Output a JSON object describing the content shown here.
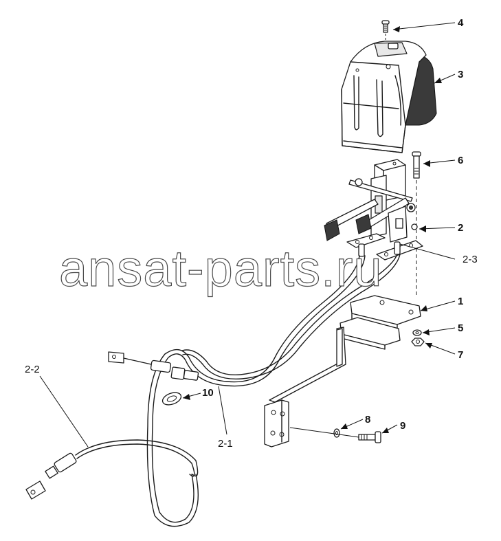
{
  "labels": {
    "p4": "4",
    "p3": "3",
    "p6": "6",
    "p2": "2",
    "p2_3": "2-3",
    "p1": "1",
    "p5": "5",
    "p7": "7",
    "p2_2": "2-2",
    "p10": "10",
    "p8": "8",
    "p9": "9",
    "p2_1": "2-1"
  },
  "watermark": "ansat-parts.ru"
}
